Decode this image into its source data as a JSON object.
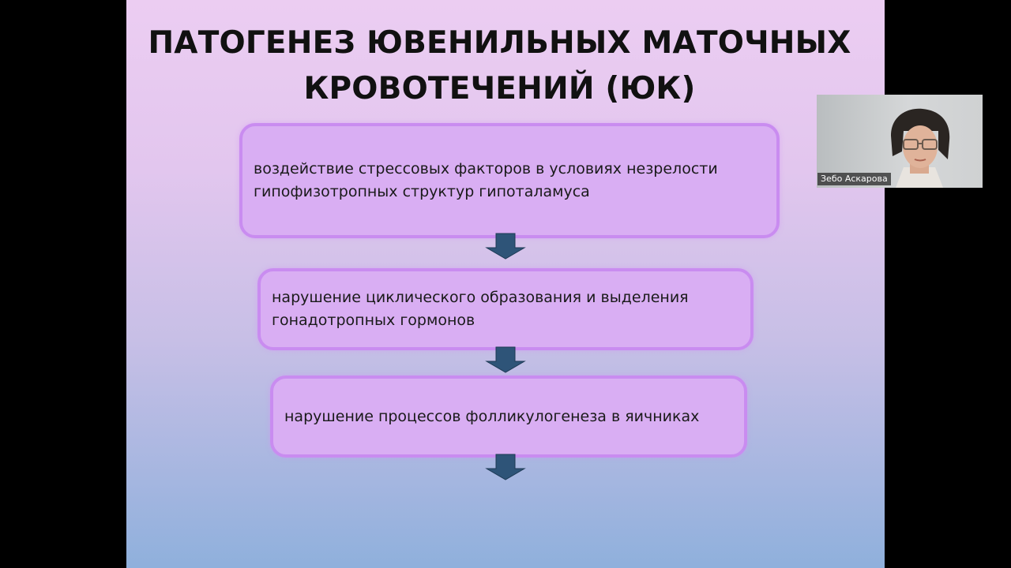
{
  "slide": {
    "title_line1": "ПАТОГЕНЕЗ ЮВЕНИЛЬНЫХ МАТОЧНЫХ",
    "title_line2": "КРОВОТЕЧЕНИЙ (ЮК)",
    "box_fill_color": "#d9aef3",
    "box_border_color": "#c98cf0",
    "arrow_color": "#2e5478",
    "steps": [
      {
        "line1": "воздействие стрессовых факторов в условиях  незрелости",
        "line2": "гипофизотропных структур гипоталамуса"
      },
      {
        "line1": "нарушение циклического образования и выделения",
        "line2": "гонадотропных гормонов"
      },
      {
        "line1": "нарушение процессов фолликулогенеза в яичниках"
      }
    ],
    "arrow_icon": "down-arrow-icon"
  },
  "webcam": {
    "participant_name": "Зебо Аскарова"
  }
}
